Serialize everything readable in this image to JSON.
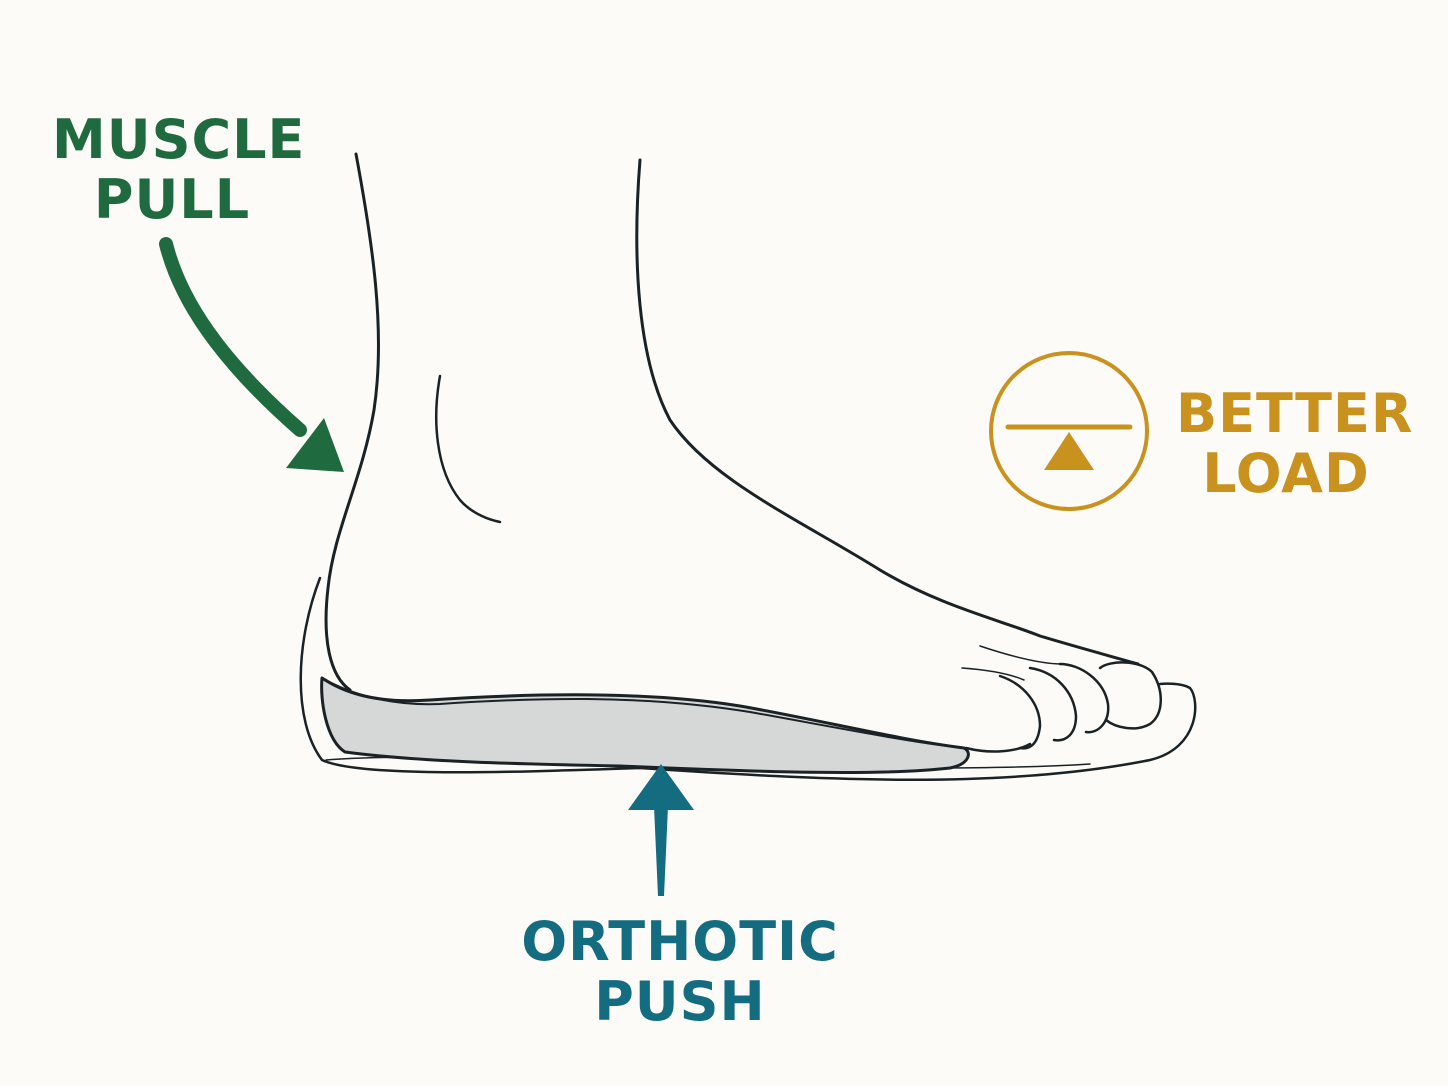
{
  "labels": {
    "muscle_pull": {
      "line1": "MUSCLE",
      "line2": "PULL"
    },
    "better_load": {
      "line1": "BETTER",
      "line2": "LOAD"
    },
    "orthotic_push": "ORTHOTIC PUSH"
  },
  "icons": {
    "muscle_arrow": "curved-arrow-icon",
    "push_arrow": "up-arrow-icon",
    "balance": "balance-scale-icon"
  },
  "colors": {
    "background": "#fcfbf7",
    "muscle_pull": "#1f6b3f",
    "orthotic_push": "#136c80",
    "better_load": "#c9921f",
    "outline": "#1b2226",
    "insole_fill": "#d6d7d7"
  }
}
